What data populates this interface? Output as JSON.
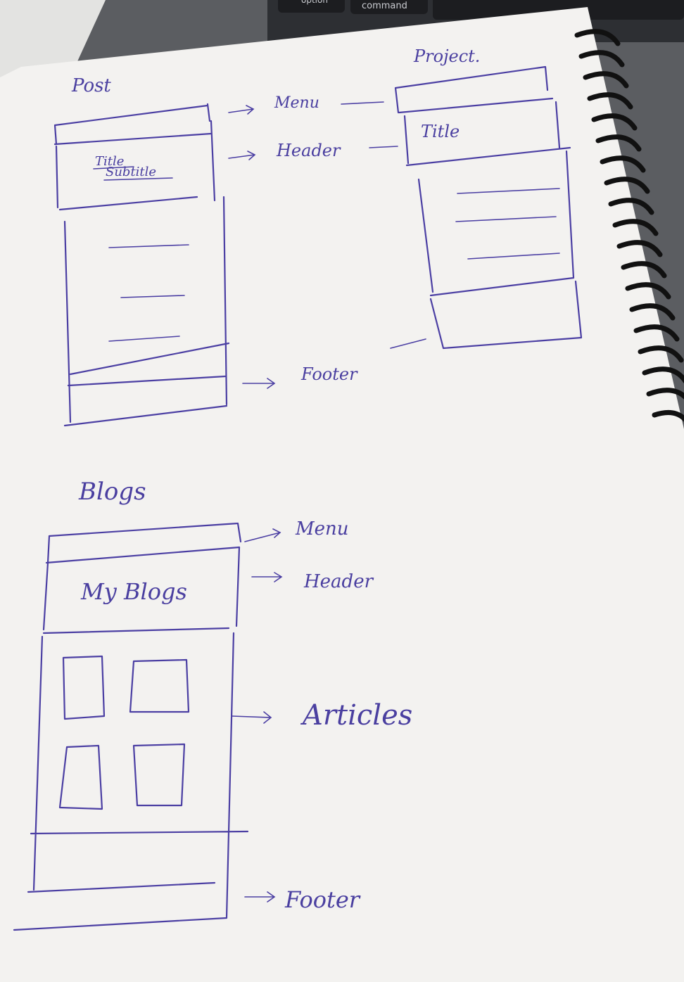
{
  "keyboard": {
    "key_option": "option",
    "key_command": "command"
  },
  "post": {
    "heading": "Post",
    "title": "Title",
    "subtitle": "Subtitle",
    "label_menu": "Menu",
    "label_header": "Header",
    "label_footer": "Footer"
  },
  "project": {
    "heading": "Project.",
    "title": "Title"
  },
  "blogs": {
    "heading": "Blogs",
    "header_text": "My Blogs",
    "label_menu": "Menu",
    "label_header": "Header",
    "label_articles": "Articles",
    "label_footer": "Footer"
  },
  "colors": {
    "ink": "#4b3fa3",
    "paper": "#f4f3f1",
    "background": "#5d5f63"
  }
}
